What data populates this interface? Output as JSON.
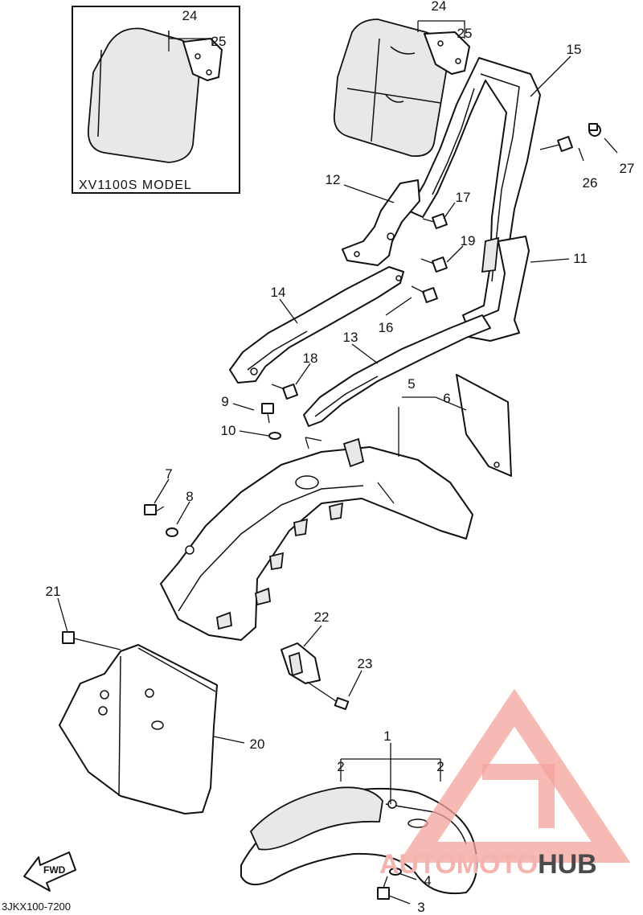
{
  "model_box_label": "XV1100S MODEL",
  "diagram_code": "3JKX100-7200",
  "fwd_label": "FWD",
  "watermark": {
    "part1": "AUTOMOTO",
    "part2": "HUB",
    "color": "#f4a29b"
  },
  "callouts": [
    "1",
    "2",
    "2",
    "3",
    "4",
    "5",
    "6",
    "7",
    "8",
    "9",
    "10",
    "11",
    "12",
    "13",
    "14",
    "15",
    "16",
    "17",
    "18",
    "19",
    "20",
    "21",
    "22",
    "23",
    "24",
    "25",
    "26",
    "27",
    "24",
    "25"
  ]
}
